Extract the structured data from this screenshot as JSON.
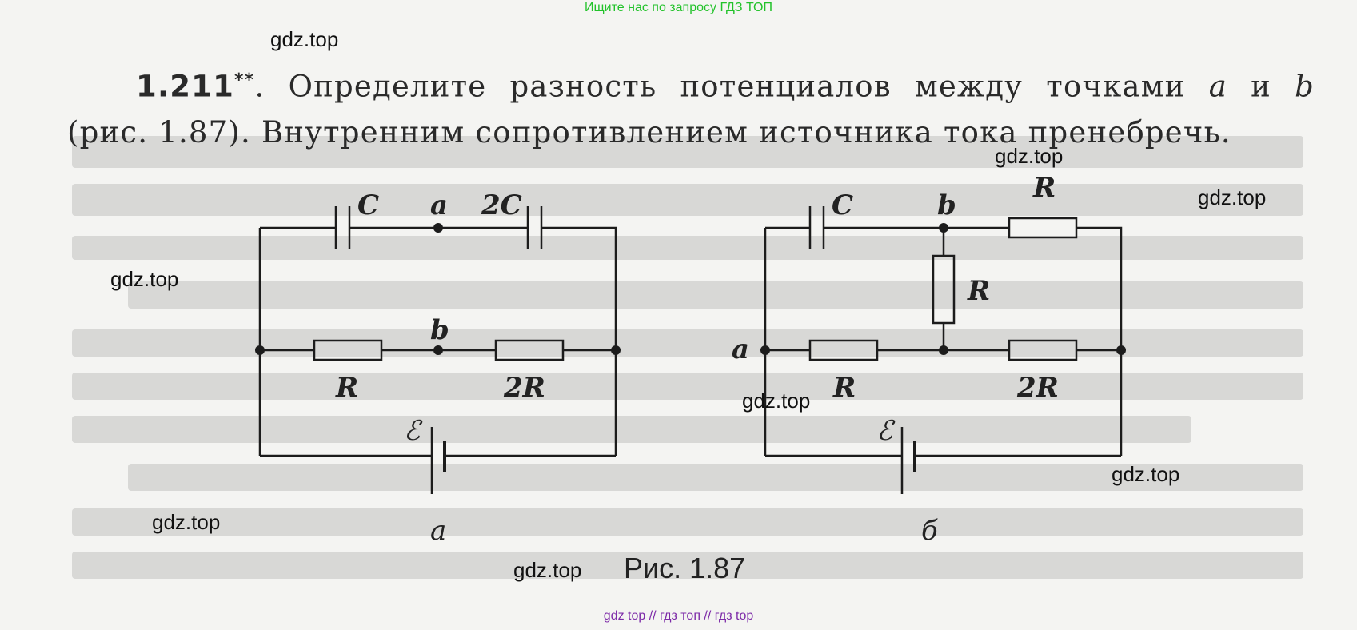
{
  "banner": {
    "top": "Ищите нас по запросу ГДЗ ТОП",
    "bottom": "gdz top  //  гдз топ  //  гдз top"
  },
  "watermark": "gdz.top",
  "problem": {
    "number": "1.211",
    "stars": "**",
    "line1_text": ". Определите разность потенциалов между точками ",
    "point_a": "a",
    "conj": " и ",
    "point_b": "b",
    "line2_text": "(рис. 1.87). Внутренним сопротивлением источника тока пренебречь."
  },
  "figure": {
    "caption": "Рис. 1.87",
    "left": {
      "label": "а",
      "labels": {
        "C": "C",
        "a": "a",
        "twoC": "2C",
        "b": "b",
        "R": "R",
        "twoR": "2R",
        "emf": "ℰ"
      }
    },
    "right": {
      "label": "б",
      "labels": {
        "C": "C",
        "b": "b",
        "Rtop": "R",
        "Rmid": "R",
        "a": "a",
        "R": "R",
        "twoR": "2R",
        "emf": "ℰ"
      }
    }
  }
}
